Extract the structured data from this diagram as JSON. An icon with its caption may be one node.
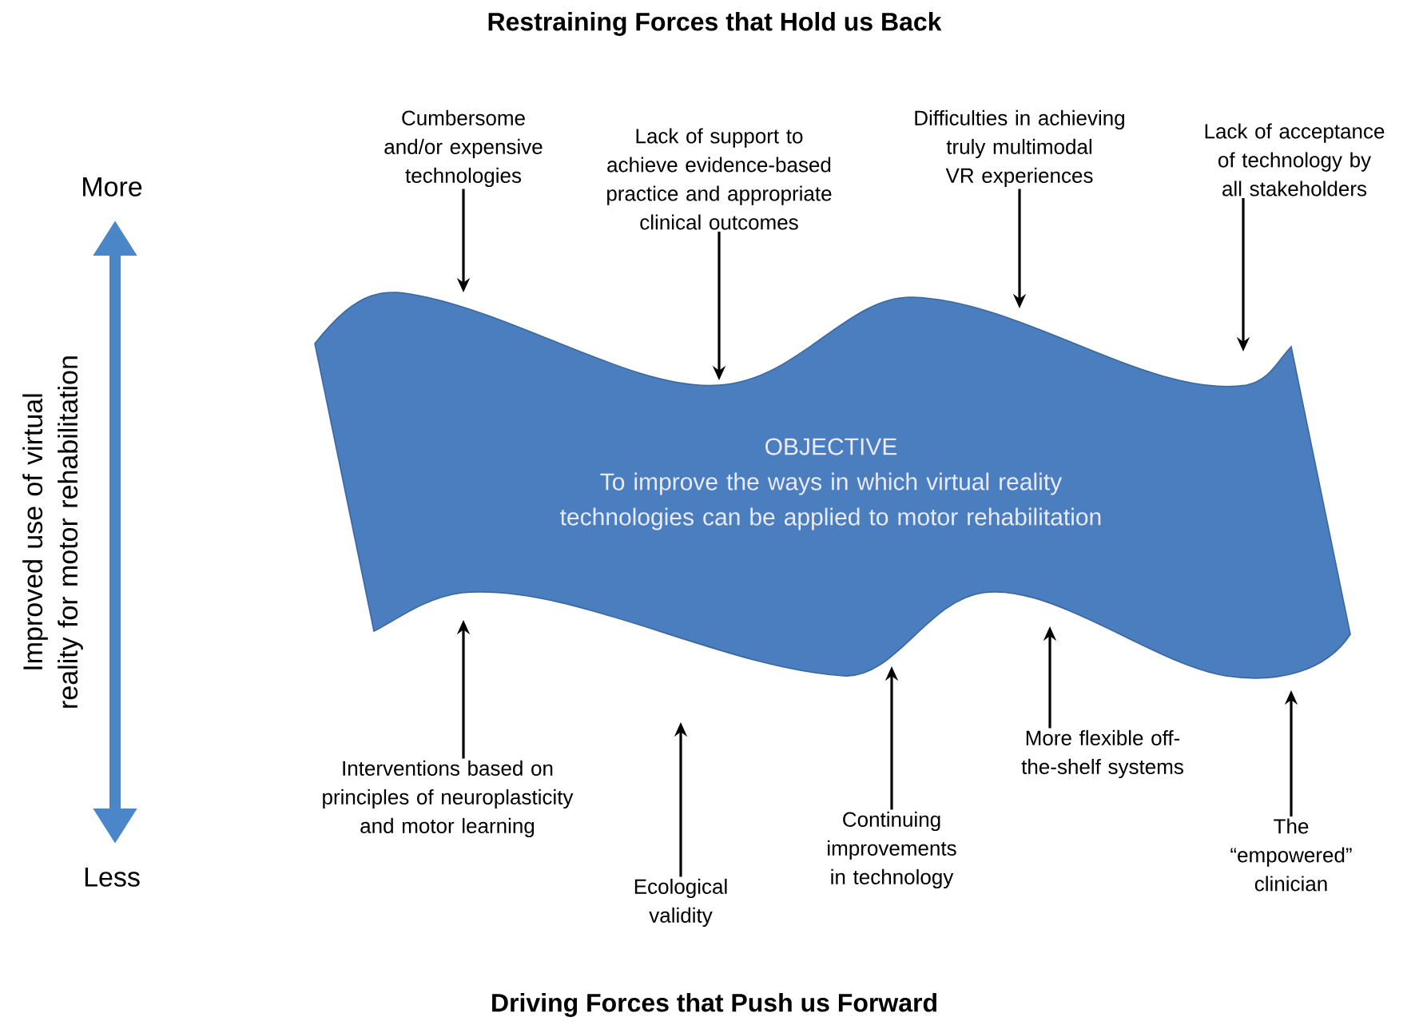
{
  "diagram": {
    "title": "Restraining Forces that Hold us Back",
    "nodes": [
      {
        "text": [
          "OBJECTIVE",
          "To improve the ways in which virtual reality technologies can be applied to motor rehabilitation"
        ]
      },
      {
        "text": [
          "Cumbersome and/or expensive technologies"
        ]
      },
      {
        "text": [
          "Lack of support to achieve evidence-based practice and appropriate clinical outcomes"
        ]
      },
      {
        "text": [
          "Difficulties in achieving truly multimodal VR experiences"
        ]
      },
      {
        "text": [
          "Lack of acceptance of technology by all stakeholders"
        ]
      },
      {
        "text": [
          "Interventions based on principles of neuroplasticity and motor learning"
        ]
      },
      {
        "text": [
          "Ecological validity"
        ]
      },
      {
        "text": [
          "Continuing improvements in technology"
        ]
      },
      {
        "text": [
          "More flexible off-the-shelf systems"
        ]
      },
      {
        "text": [
          "The “empowered” clinician"
        ]
      }
    ],
    "edges": [
      {
        "from": 1,
        "to": 0,
        "arrow": "to"
      },
      {
        "from": 2,
        "to": 0,
        "arrow": "to"
      },
      {
        "from": 3,
        "to": 0,
        "arrow": "to"
      },
      {
        "from": 4,
        "to": 0,
        "arrow": "to"
      },
      {
        "from": 5,
        "to": 0,
        "arrow": "to"
      },
      {
        "from": 6,
        "to": 0,
        "arrow": "to"
      },
      {
        "from": 7,
        "to": 0,
        "arrow": "to"
      },
      {
        "from": 8,
        "to": 0,
        "arrow": "to"
      },
      {
        "from": 9,
        "to": 0,
        "arrow": "to"
      }
    ],
    "labels": [
      "More",
      "Improved use of virtual reality for motor rehabilitation",
      "Less",
      "Driving Forces that Push us Forward"
    ]
  }
}
